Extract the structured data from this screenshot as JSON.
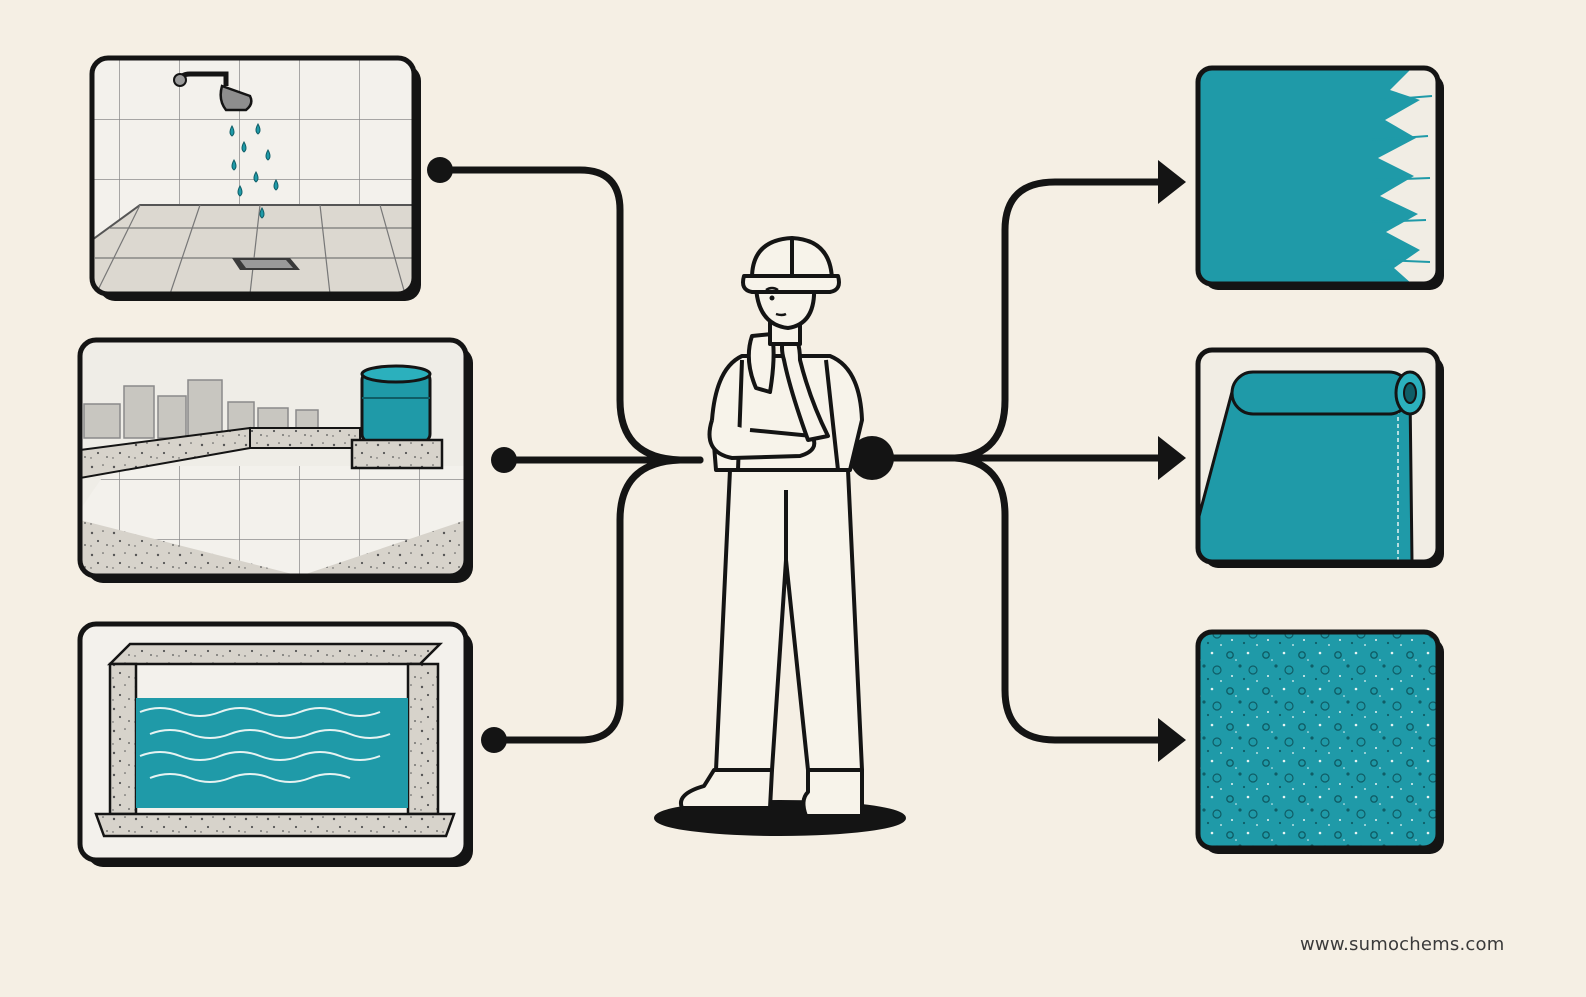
{
  "colors": {
    "background": "#f5efe4",
    "ink": "#141414",
    "teal": "#1f9aa8",
    "concrete": "#d9d6cf",
    "tile": "#ece9e2"
  },
  "diagram": {
    "inputs": [
      {
        "name": "wet-area-bathroom",
        "icons": [
          "shower-head-icon",
          "water-drop-icon",
          "floor-drain-icon"
        ]
      },
      {
        "name": "rooftop-terrace",
        "icons": [
          "water-tank-icon",
          "city-skyline-icon"
        ]
      },
      {
        "name": "concrete-water-tank",
        "icons": [
          "water-waves-icon"
        ]
      }
    ],
    "center": {
      "name": "engineer-figure",
      "icons": [
        "hard-hat-icon",
        "thinking-worker-icon"
      ]
    },
    "outputs": [
      {
        "name": "liquid-coating",
        "icons": [
          "brush-stroke-icon"
        ]
      },
      {
        "name": "membrane-sheet",
        "icons": [
          "membrane-roll-icon"
        ]
      },
      {
        "name": "crystalline-texture",
        "icons": [
          "speckle-texture-icon"
        ]
      }
    ]
  },
  "footer": {
    "website": "www.sumochems.com"
  }
}
